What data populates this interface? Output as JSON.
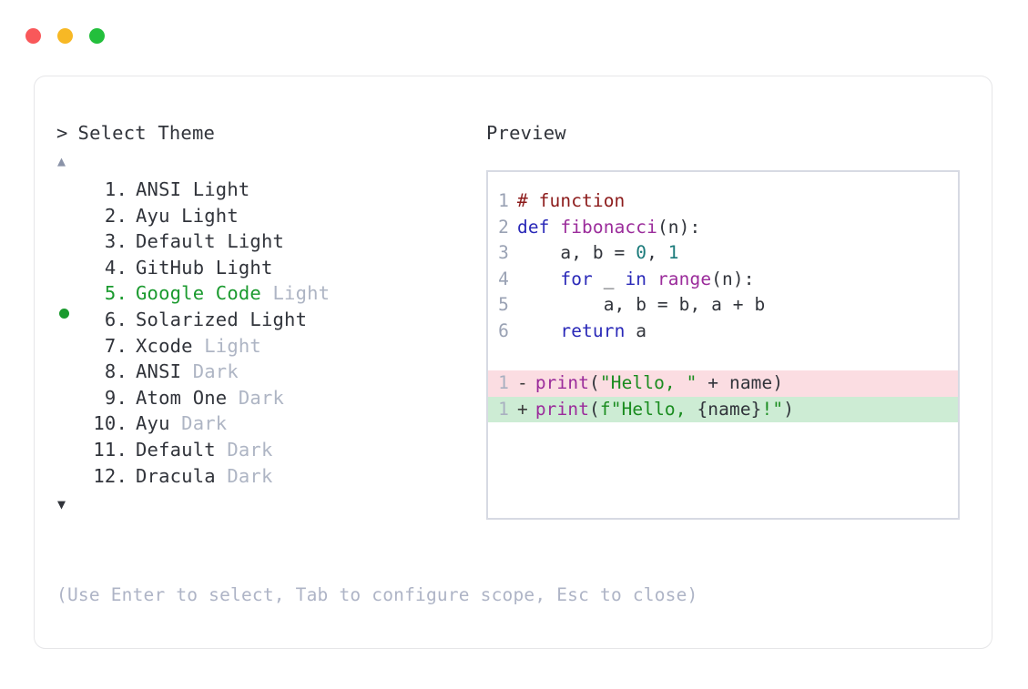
{
  "titlebar": {
    "dots": [
      {
        "name": "close-dot",
        "color": "#f9585a"
      },
      {
        "name": "minimize-dot",
        "color": "#f7b825"
      },
      {
        "name": "maximize-dot",
        "color": "#23bf3c"
      }
    ]
  },
  "selector": {
    "caret": ">",
    "title": "Select Theme",
    "scroll_up": "▲",
    "scroll_down": "▼",
    "selected_index": 5,
    "items": [
      {
        "num": "1.",
        "name": "ANSI",
        "variant": "Light",
        "variant_muted": false,
        "selected": false
      },
      {
        "num": "2.",
        "name": "Ayu",
        "variant": "Light",
        "variant_muted": false,
        "selected": false
      },
      {
        "num": "3.",
        "name": "Default",
        "variant": "Light",
        "variant_muted": false,
        "selected": false
      },
      {
        "num": "4.",
        "name": "GitHub",
        "variant": "Light",
        "variant_muted": false,
        "selected": false
      },
      {
        "num": "5.",
        "name": "Google Code",
        "variant": "Light",
        "variant_muted": true,
        "selected": true
      },
      {
        "num": "6.",
        "name": "Solarized",
        "variant": "Light",
        "variant_muted": false,
        "selected": false
      },
      {
        "num": "7.",
        "name": "Xcode",
        "variant": "Light",
        "variant_muted": true,
        "selected": false
      },
      {
        "num": "8.",
        "name": "ANSI",
        "variant": "Dark",
        "variant_muted": true,
        "selected": false
      },
      {
        "num": "9.",
        "name": "Atom One",
        "variant": "Dark",
        "variant_muted": true,
        "selected": false
      },
      {
        "num": "10.",
        "name": "Ayu",
        "variant": "Dark",
        "variant_muted": true,
        "selected": false
      },
      {
        "num": "11.",
        "name": "Default",
        "variant": "Dark",
        "variant_muted": true,
        "selected": false
      },
      {
        "num": "12.",
        "name": "Dracula",
        "variant": "Dark",
        "variant_muted": true,
        "selected": false
      }
    ]
  },
  "hint": "(Use Enter to select, Tab to configure scope, Esc to close)",
  "preview": {
    "label": "Preview",
    "code_lines": [
      {
        "ln": "1",
        "tokens": [
          {
            "t": "# function",
            "c": "tok-comment"
          }
        ]
      },
      {
        "ln": "2",
        "tokens": [
          {
            "t": "def ",
            "c": "tok-kw"
          },
          {
            "t": "fibonacci",
            "c": "tok-fn"
          },
          {
            "t": "(n):",
            "c": "tok-plain"
          }
        ]
      },
      {
        "ln": "3",
        "tokens": [
          {
            "t": "    a, b = ",
            "c": "tok-plain"
          },
          {
            "t": "0",
            "c": "tok-num"
          },
          {
            "t": ", ",
            "c": "tok-plain"
          },
          {
            "t": "1",
            "c": "tok-num"
          }
        ]
      },
      {
        "ln": "4",
        "tokens": [
          {
            "t": "    ",
            "c": "tok-plain"
          },
          {
            "t": "for",
            "c": "tok-kw"
          },
          {
            "t": " _ ",
            "c": "tok-plain"
          },
          {
            "t": "in",
            "c": "tok-kw"
          },
          {
            "t": " ",
            "c": "tok-plain"
          },
          {
            "t": "range",
            "c": "tok-fn"
          },
          {
            "t": "(n):",
            "c": "tok-plain"
          }
        ]
      },
      {
        "ln": "5",
        "tokens": [
          {
            "t": "        a, b = b, a + b",
            "c": "tok-plain"
          }
        ]
      },
      {
        "ln": "6",
        "tokens": [
          {
            "t": "    ",
            "c": "tok-plain"
          },
          {
            "t": "return",
            "c": "tok-kw"
          },
          {
            "t": " a",
            "c": "tok-plain"
          }
        ]
      }
    ],
    "diff_lines": [
      {
        "ln": "1",
        "mark": "-",
        "kind": "minus",
        "tokens": [
          {
            "t": "print",
            "c": "tok-fn"
          },
          {
            "t": "(",
            "c": "tok-plain"
          },
          {
            "t": "\"Hello, \"",
            "c": "tok-str"
          },
          {
            "t": " + name)",
            "c": "tok-plain"
          }
        ]
      },
      {
        "ln": "1",
        "mark": "+",
        "kind": "plus",
        "tokens": [
          {
            "t": "print",
            "c": "tok-fn"
          },
          {
            "t": "(",
            "c": "tok-plain"
          },
          {
            "t": "f\"Hello, ",
            "c": "tok-str"
          },
          {
            "t": "{name}",
            "c": "tok-plain"
          },
          {
            "t": "!\"",
            "c": "tok-str"
          },
          {
            "t": ")",
            "c": "tok-plain"
          }
        ]
      }
    ]
  },
  "colors": {
    "accent_green": "#1a9a2e",
    "muted": "#aeb5c4",
    "text": "#31343b",
    "diff_minus_bg": "#fbdde2",
    "diff_plus_bg": "#cdecd4",
    "panel_border": "#d7dae3",
    "card_border": "#e6e6e8"
  }
}
